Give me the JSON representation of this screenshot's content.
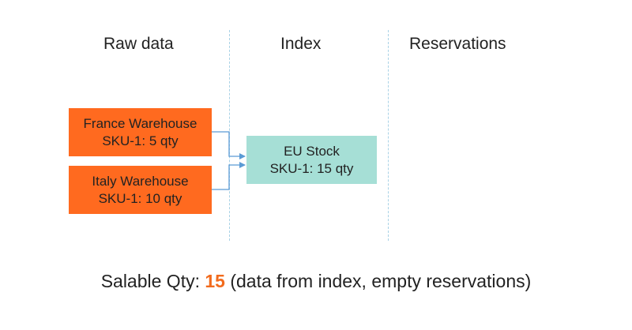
{
  "columns": {
    "raw": "Raw data",
    "index": "Index",
    "reservations": "Reservations"
  },
  "raw_boxes": [
    {
      "name": "France Warehouse",
      "stock": "SKU-1: 5 qty"
    },
    {
      "name": "Italy Warehouse",
      "stock": "SKU-1: 10 qty"
    }
  ],
  "index_box": {
    "name": "EU Stock",
    "stock": "SKU-1: 15 qty"
  },
  "summary": {
    "label": "Salable Qty:",
    "value": "15",
    "note": "(data from index, empty reservations)"
  },
  "colors": {
    "raw_box": "#ff6a1f",
    "index_box": "#a6dfd6",
    "highlight": "#f26b1d",
    "arrow": "#5b9bd5",
    "divider": "#a9d2e6"
  }
}
